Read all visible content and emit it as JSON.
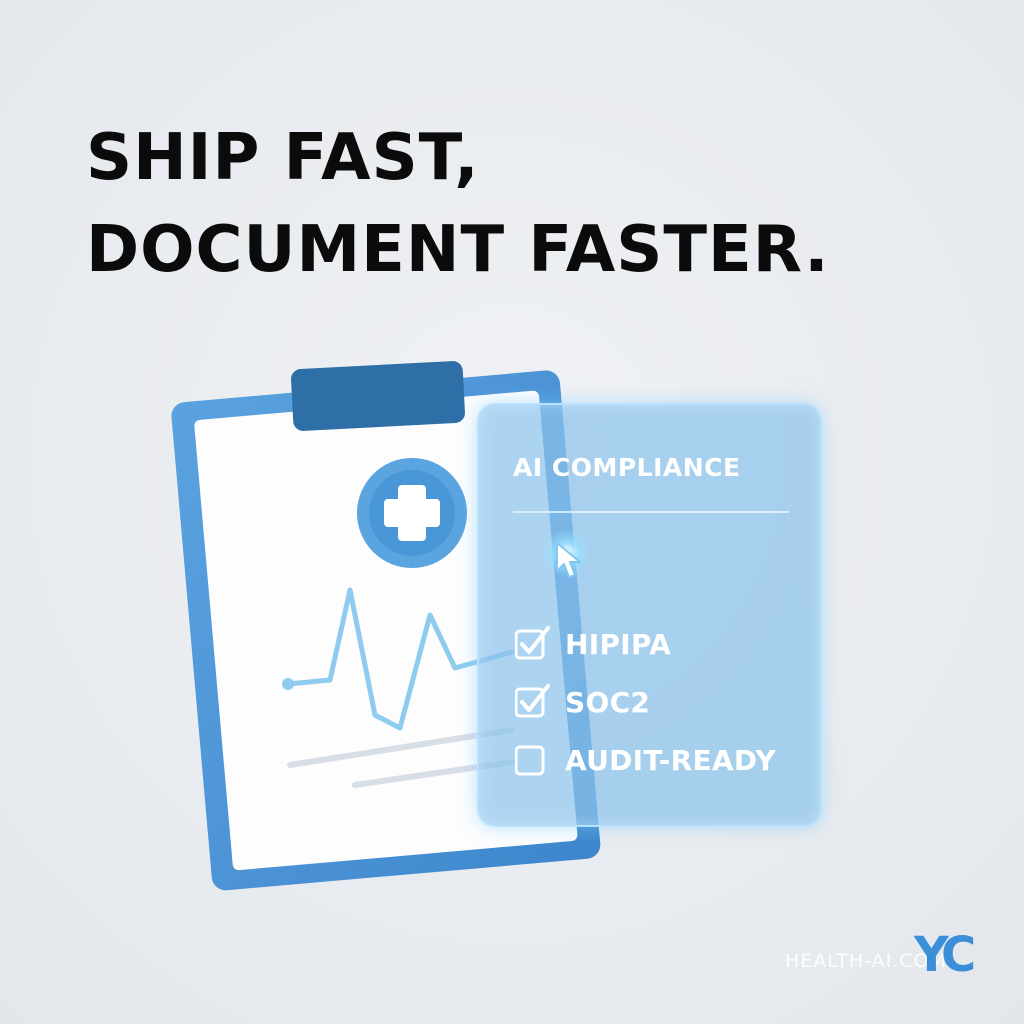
{
  "headline": {
    "line1": "SHIP FAST,",
    "line2": "DOCUMENT FASTER."
  },
  "illustration": {
    "clipboard_icon": "medical-clipboard-icon",
    "cross_icon": "medical-cross-icon",
    "pulse_icon": "heartbeat-line-icon"
  },
  "panel": {
    "title": "AI COMPLIANCE",
    "cursor_icon": "pointer-cursor-icon",
    "items": [
      {
        "label": "HIPIPA",
        "checked": true
      },
      {
        "label": "SOC2",
        "checked": true
      },
      {
        "label": "AUDIT-READY",
        "checked": false
      }
    ]
  },
  "brand": {
    "logo_text": "YC",
    "watermark": "HEALTH-AI.COM"
  },
  "colors": {
    "background": "#e9ecf0",
    "headline": "#0b0b0b",
    "clipboard_frame": "#4a90d2",
    "clipboard_clip": "#2f6fa8",
    "panel": "#8cc4ec",
    "accent": "#3b8ed8"
  }
}
